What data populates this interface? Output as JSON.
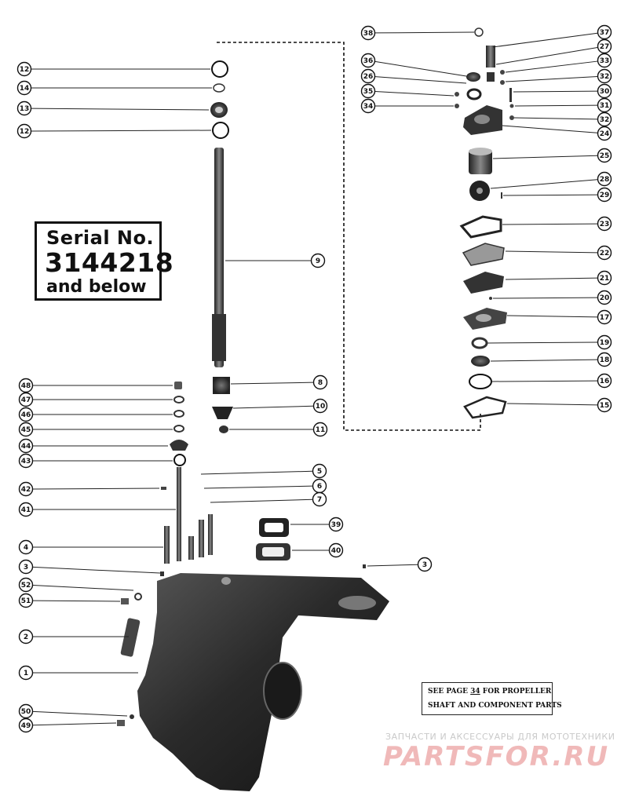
{
  "serial_label": {
    "line1": "Serial No.",
    "line2": "3144218",
    "line3": "and below"
  },
  "note": {
    "line1_pre": "SEE PAGE ",
    "line1_page": "34",
    "line1_post": " FOR PROPELLER",
    "line2": "SHAFT AND COMPONENT PARTS"
  },
  "watermark": {
    "tagline": "ЗАПЧАСТИ И АКСЕССУАРЫ ДЛЯ МОТОТЕХНИКИ",
    "brand": "PARTSFOR.RU"
  },
  "callouts": [
    {
      "num": "12"
    },
    {
      "num": "14"
    },
    {
      "num": "13"
    },
    {
      "num": "12"
    },
    {
      "num": "9"
    },
    {
      "num": "8"
    },
    {
      "num": "10"
    },
    {
      "num": "11"
    },
    {
      "num": "48"
    },
    {
      "num": "47"
    },
    {
      "num": "46"
    },
    {
      "num": "45"
    },
    {
      "num": "44"
    },
    {
      "num": "43"
    },
    {
      "num": "42"
    },
    {
      "num": "41"
    },
    {
      "num": "4"
    },
    {
      "num": "3"
    },
    {
      "num": "52"
    },
    {
      "num": "51"
    },
    {
      "num": "2"
    },
    {
      "num": "1"
    },
    {
      "num": "50"
    },
    {
      "num": "49"
    },
    {
      "num": "5"
    },
    {
      "num": "6"
    },
    {
      "num": "7"
    },
    {
      "num": "39"
    },
    {
      "num": "40"
    },
    {
      "num": "3"
    },
    {
      "num": "38"
    },
    {
      "num": "36"
    },
    {
      "num": "26"
    },
    {
      "num": "35"
    },
    {
      "num": "34"
    },
    {
      "num": "37"
    },
    {
      "num": "27"
    },
    {
      "num": "33"
    },
    {
      "num": "32"
    },
    {
      "num": "30"
    },
    {
      "num": "31"
    },
    {
      "num": "32"
    },
    {
      "num": "24"
    },
    {
      "num": "25"
    },
    {
      "num": "28"
    },
    {
      "num": "29"
    },
    {
      "num": "23"
    },
    {
      "num": "22"
    },
    {
      "num": "21"
    },
    {
      "num": "20"
    },
    {
      "num": "17"
    },
    {
      "num": "19"
    },
    {
      "num": "18"
    },
    {
      "num": "16"
    },
    {
      "num": "15"
    }
  ]
}
